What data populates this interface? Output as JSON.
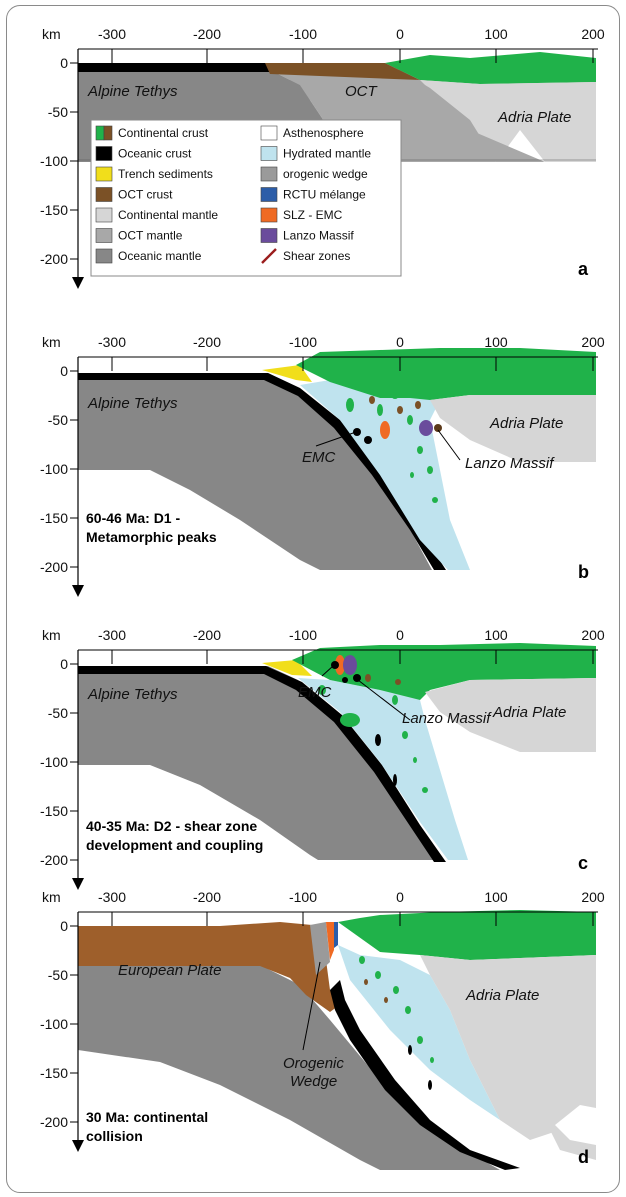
{
  "axes": {
    "unit": "km",
    "x_ticks": [
      "-300",
      "-200",
      "-100",
      "0",
      "100",
      "200"
    ],
    "y_ticks": [
      "0",
      "-50",
      "-100",
      "-150",
      "-200"
    ]
  },
  "colors": {
    "continental_crust": "#20b24a",
    "oceanic_crust": "#000000",
    "trench_sediments": "#f1de1b",
    "oct_crust": "#7b5126",
    "continental_mantle": "#d6d6d6",
    "oct_mantle": "#a8a8a8",
    "oceanic_mantle": "#878787",
    "asthenosphere": "#ffffff",
    "hydrated_mantle": "#bfe3ee",
    "orogenic_wedge": "#9a9a9a",
    "rctu_melange": "#2c5da8",
    "slz_emc": "#ef6a23",
    "lanzo_massif": "#6a4c9c",
    "shear_zones": "#9b1d1d",
    "european_plate_crust": "#9e5f2b"
  },
  "legend": {
    "left": [
      "Continental crust",
      "Oceanic crust",
      "Trench sediments",
      "OCT crust",
      "Continental mantle",
      "OCT mantle",
      "Oceanic mantle"
    ],
    "right": [
      "Asthenosphere",
      "Hydrated mantle",
      "orogenic wedge",
      "RCTU mélange",
      "SLZ - EMC",
      "Lanzo Massif",
      "Shear zones"
    ]
  },
  "panels": {
    "a": {
      "letter": "a",
      "labels": [
        "Alpine Tethys",
        "OCT",
        "Adria Plate"
      ]
    },
    "b": {
      "letter": "b",
      "labels": [
        "Alpine Tethys",
        "Adria Plate",
        "EMC",
        "Lanzo Massif"
      ],
      "caption": [
        "60-46 Ma: D1 -",
        "Metamorphic peaks"
      ]
    },
    "c": {
      "letter": "c",
      "labels": [
        "Alpine Tethys",
        "Adria Plate",
        "EMC",
        "Lanzo Massif"
      ],
      "caption": [
        "40-35 Ma: D2 - shear zone",
        "development and coupling"
      ]
    },
    "d": {
      "letter": "d",
      "labels": [
        "European Plate",
        "Adria Plate",
        "Orogenic",
        "Wedge"
      ],
      "caption": [
        "30 Ma: continental",
        "collision"
      ]
    }
  }
}
